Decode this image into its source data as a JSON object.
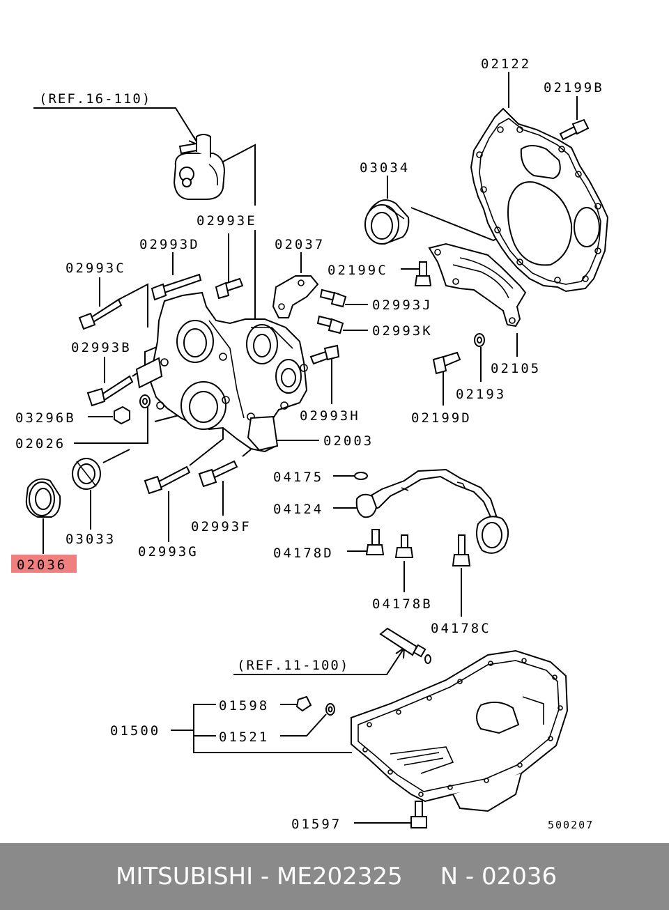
{
  "diagram": {
    "refs": [
      "(REF.16-110)",
      "(REF.11-100)"
    ],
    "labels": {
      "p02122": "02122",
      "p02199B": "02199B",
      "p03034": "03034",
      "p02993E": "02993E",
      "p02993D": "02993D",
      "p02037": "02037",
      "p02993C": "02993C",
      "p02199C": "02199C",
      "p02993J": "02993J",
      "p02993K": "02993K",
      "p02993B": "02993B",
      "p02105": "02105",
      "p02193": "02193",
      "p03296B": "03296B",
      "p02993H": "02993H",
      "p02199D": "02199D",
      "p02026": "02026",
      "p02003": "02003",
      "p04175": "04175",
      "p04124": "04124",
      "p03033": "03033",
      "p02993F": "02993F",
      "p04178D": "04178D",
      "p02993G": "02993G",
      "p04178B": "04178B",
      "p04178C": "04178C",
      "p01598": "01598",
      "p01500": "01500",
      "p01521": "01521",
      "p01597": "01597"
    },
    "highlighted": {
      "label": "02036",
      "color": "#f08080"
    },
    "code": "500207"
  },
  "footer": {
    "text": "MITSUBISHI - ME202325     N - 02036",
    "background": "#8a8a8a"
  }
}
